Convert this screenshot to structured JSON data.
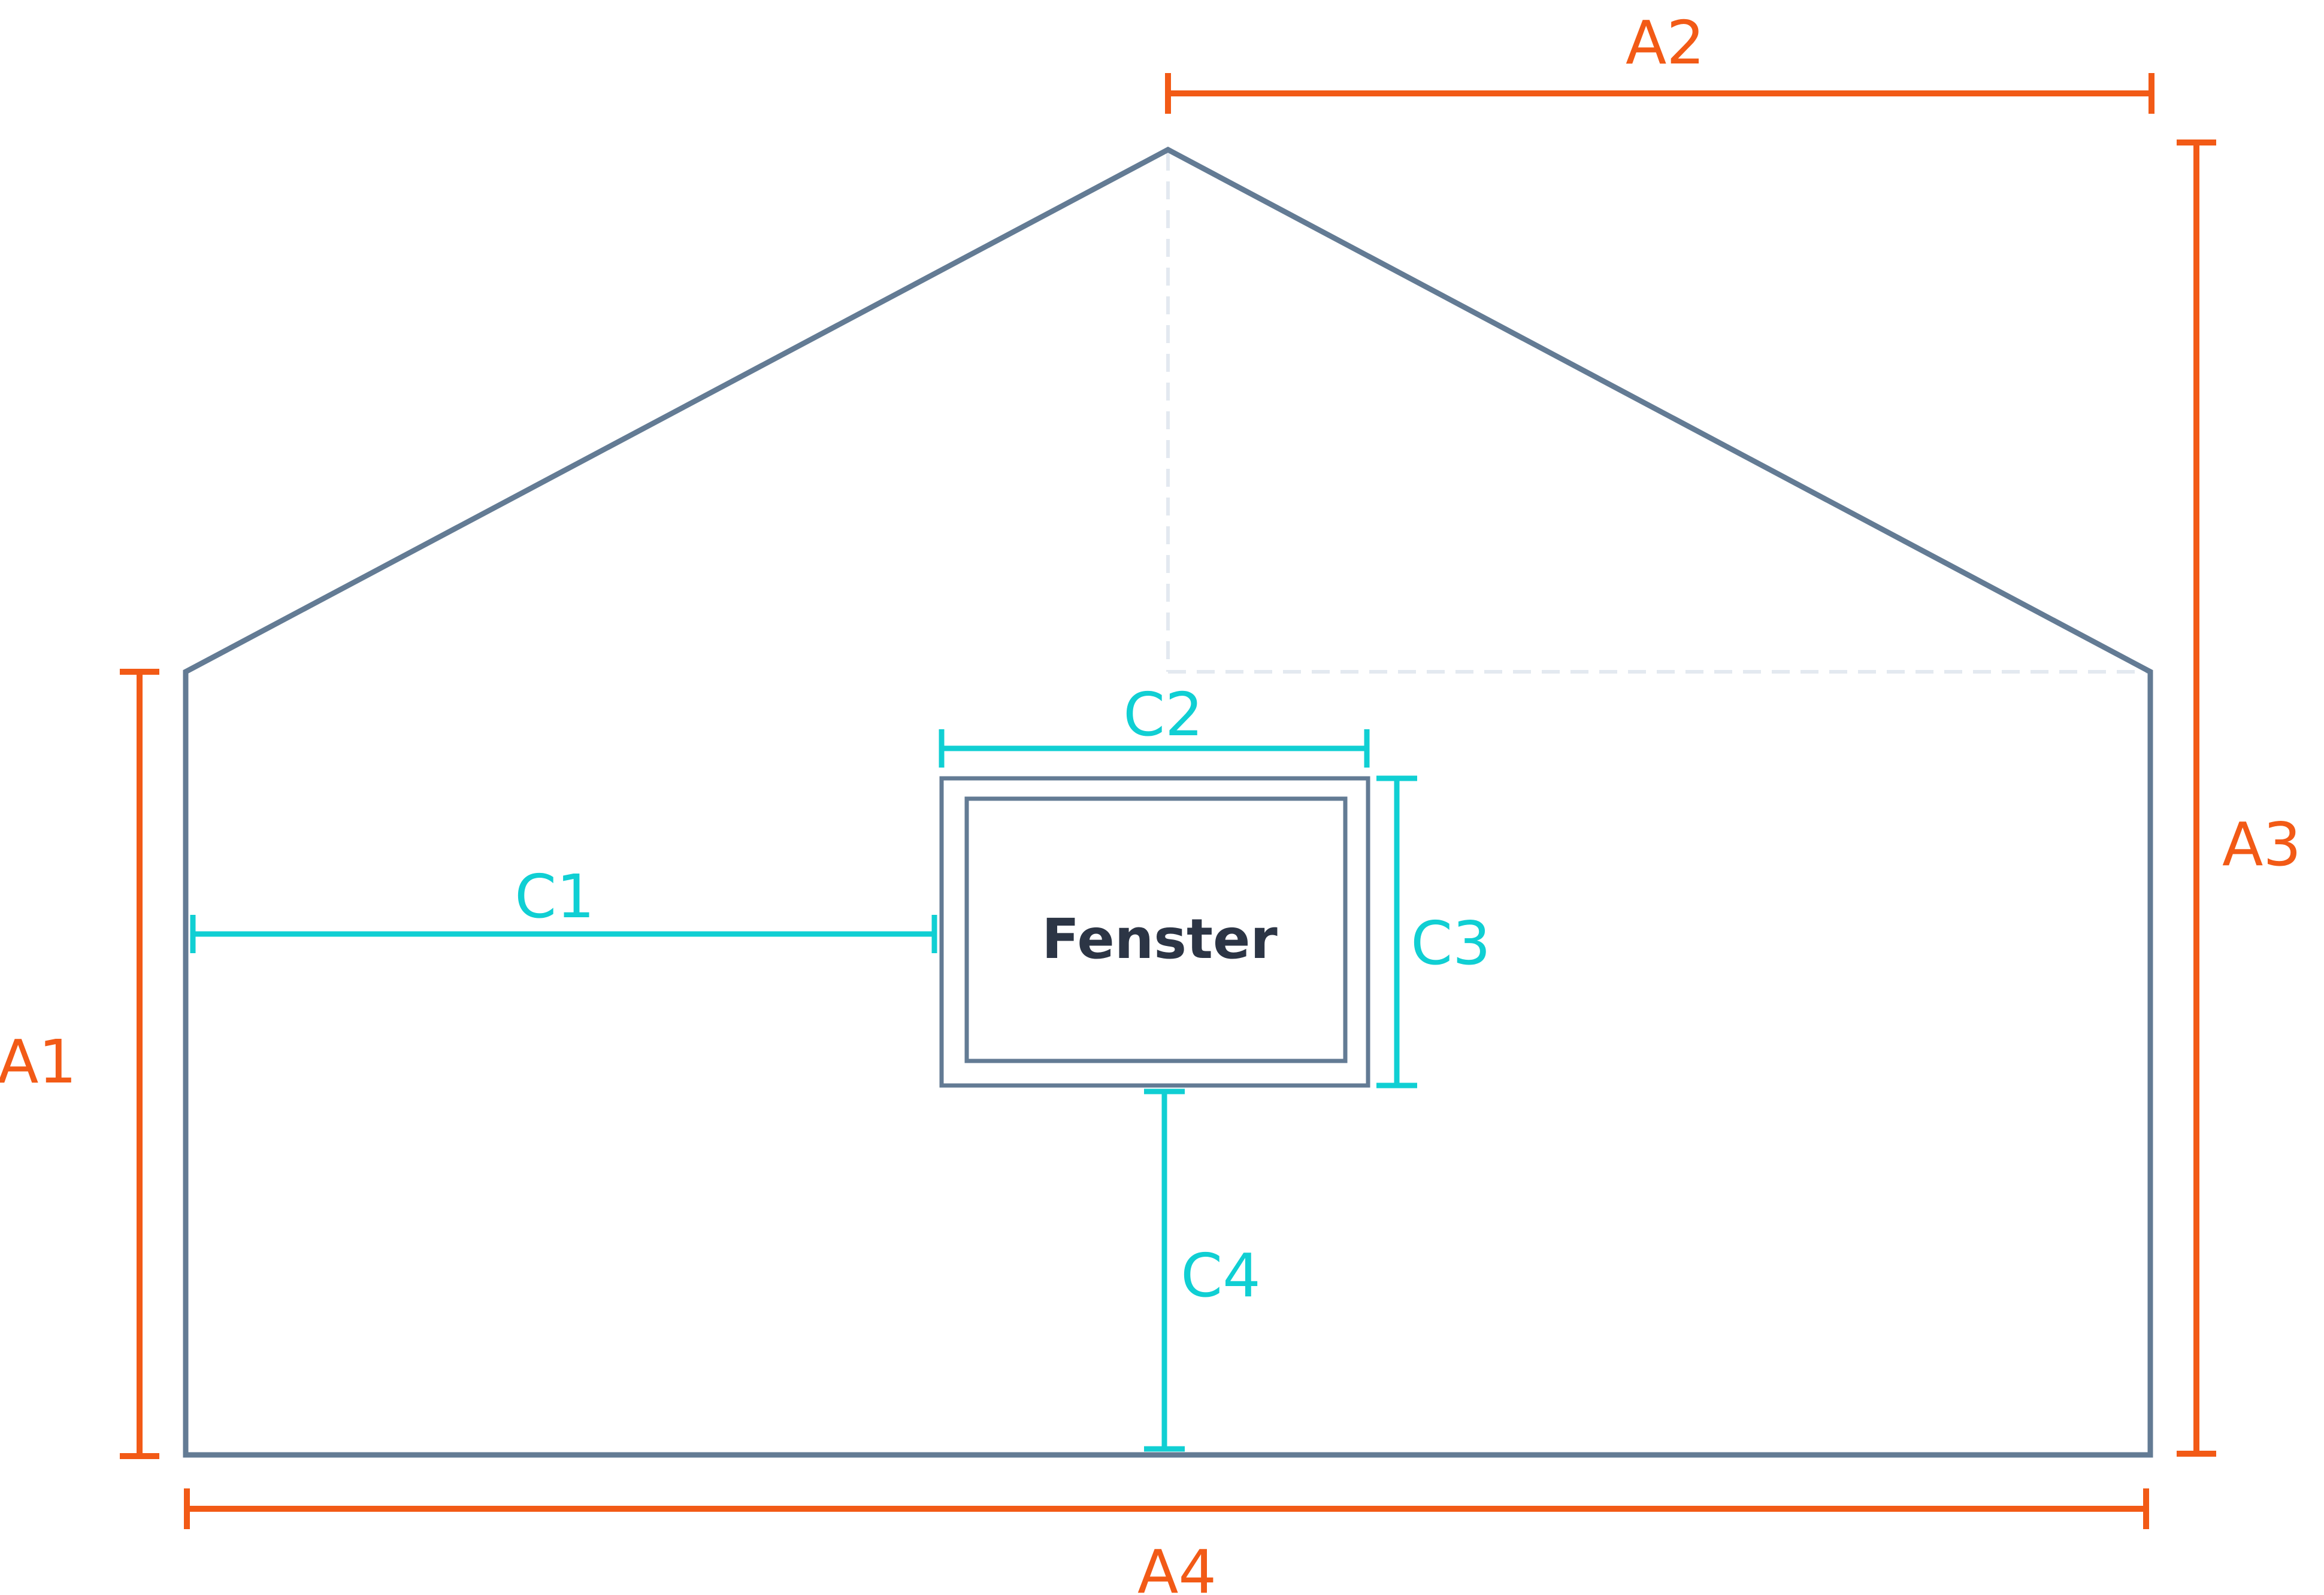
{
  "colors": {
    "wall": "#637b94",
    "guide": "#e3e9f0",
    "dimension_outer": "#f25a16",
    "dimension_window": "#10cfd3",
    "window_text": "#2c3545"
  },
  "window": {
    "label": "Fenster"
  },
  "dimensions": {
    "a1": "A1",
    "a2": "A2",
    "a3": "A3",
    "a4": "A4",
    "c1": "C1",
    "c2": "C2",
    "c3": "C3",
    "c4": "C4"
  }
}
